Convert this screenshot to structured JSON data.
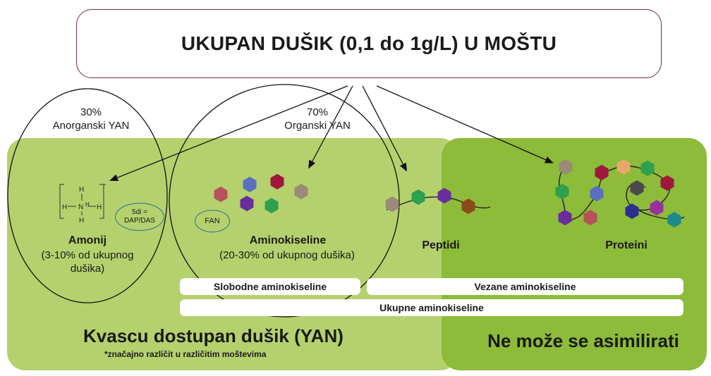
{
  "title": "UKUPAN DUŠIK (0,1 do 1g/L) U MOŠTU",
  "inorganic": {
    "percent": "30%",
    "label": "Anorganski YAN"
  },
  "organic": {
    "percent": "70%",
    "label": "Organski YAN"
  },
  "ammonium": {
    "name": "Amonij",
    "detail_line1": "(3-10% od ukupnog",
    "detail_line2": "dušika)",
    "note_line1": "5di =",
    "note_line2": "DAP/DAS"
  },
  "amino_acids": {
    "name": "Aminokiseline",
    "detail": "(20-30% od ukupnog dušika)",
    "fan": "FAN"
  },
  "peptides": {
    "name": "Peptidi"
  },
  "proteins": {
    "name": "Proteini"
  },
  "bars": {
    "free": "Slobodne aminokiseline",
    "bound": "Vezane aminokiseline",
    "total": "Ukupne aminokiseline"
  },
  "yan_panel": {
    "title": "Kvascu dostupan dušik (YAN)",
    "note": "*značajno različit u različitim moštevima"
  },
  "non_assim_panel": {
    "title": "Ne može se asimilirati"
  },
  "colors": {
    "yan_bg": "#b5d16e",
    "non_bg": "#8dbb3a",
    "title_border": "#7a2740",
    "hex_red": "#b5525a",
    "hex_blue": "#5a6fc0",
    "hex_crimson": "#a0173e",
    "hex_taupe": "#9b8a78",
    "hex_purple": "#6a2e9a",
    "hex_green": "#2ea04f",
    "hex_brown": "#8b4a1a",
    "hex_orange": "#e8a86a",
    "hex_dark": "#4a4a4a",
    "hex_navy": "#2b2f8f",
    "hex_magenta": "#9a30a0",
    "hex_teal": "#1f8a8a"
  }
}
